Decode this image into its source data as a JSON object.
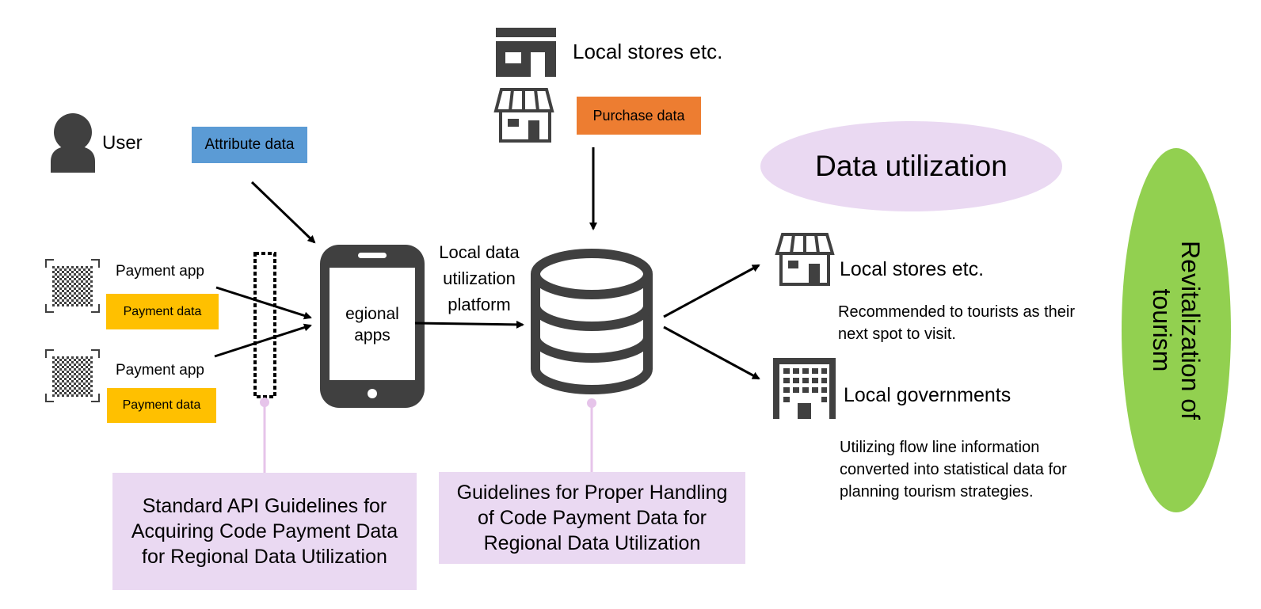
{
  "top_store": {
    "label": "Local stores etc.",
    "purchase_data": "Purchase data"
  },
  "user": {
    "label": "User",
    "attribute_data": "Attribute data"
  },
  "payment_apps": [
    {
      "app_label": "Payment app",
      "data_label": "Payment data"
    },
    {
      "app_label": "Payment app",
      "data_label": "Payment data"
    }
  ],
  "phone": {
    "label_line1": "egional",
    "label_line2": "apps"
  },
  "platform": {
    "line1": "Local data",
    "line2": "utilization",
    "line3": "platform"
  },
  "data_utilization": {
    "label": "Data utilization"
  },
  "right_store": {
    "label": "Local stores etc.",
    "desc_line1": "Recommended to tourists as their",
    "desc_line2": "next spot to visit."
  },
  "government": {
    "label": "Local governments",
    "desc_line1": "Utilizing flow line information",
    "desc_line2": "converted into statistical data for",
    "desc_line3": "planning tourism strategies."
  },
  "revitalization": {
    "line1": "Revitalization of",
    "line2": "tourism"
  },
  "guidelines": [
    {
      "line1": "Standard API Guidelines for",
      "line2": "Acquiring Code Payment Data",
      "line3": "for Regional Data Utilization"
    },
    {
      "line1": "Guidelines for Proper Handling",
      "line2": "of Code Payment Data for",
      "line3": "Regional Data Utilization"
    }
  ],
  "colors": {
    "icon_gray": "#404040",
    "attribute_blue": "#5b9bd5",
    "purchase_orange": "#ed7d31",
    "payment_yellow": "#ffc000",
    "lavender": "#ead9f2",
    "revitalization_green": "#92d050",
    "connector_pink": "#e6c4ea"
  }
}
